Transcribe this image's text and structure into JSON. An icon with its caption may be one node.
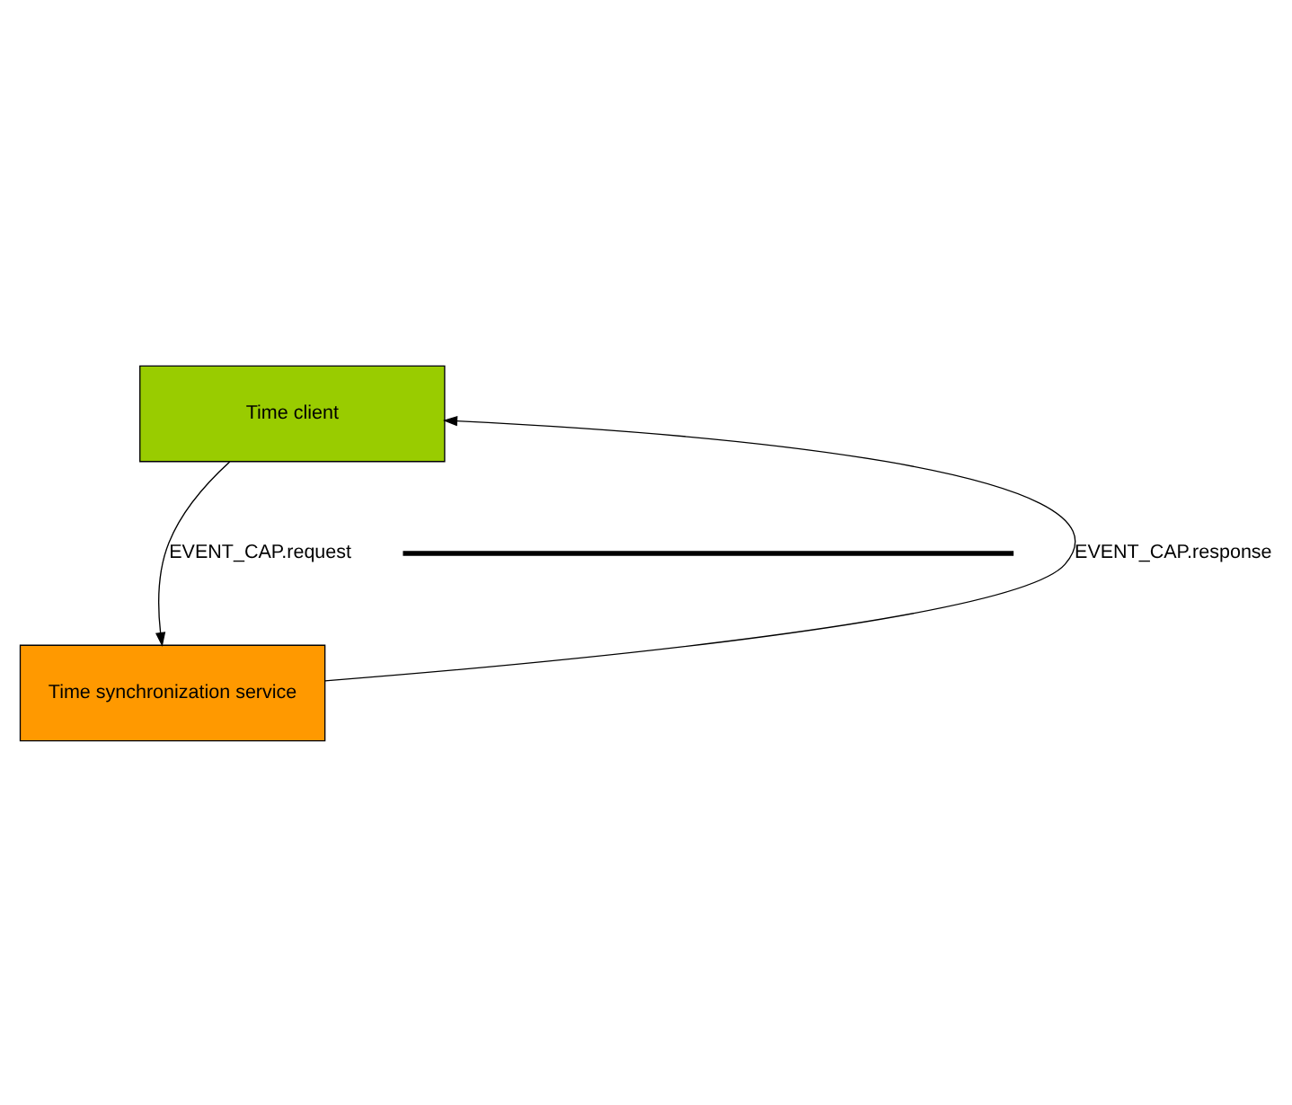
{
  "diagram": {
    "nodes": [
      {
        "text": [
          "Time client"
        ]
      },
      {
        "text": [
          "Time synchronization service"
        ]
      }
    ],
    "edges": [
      {
        "from": 0,
        "to": 1,
        "arrow": "to",
        "label": "EVENT_CAP.request"
      },
      {
        "from": 1,
        "to": 0,
        "arrow": "to",
        "label": "EVENT_CAP.response"
      }
    ]
  }
}
